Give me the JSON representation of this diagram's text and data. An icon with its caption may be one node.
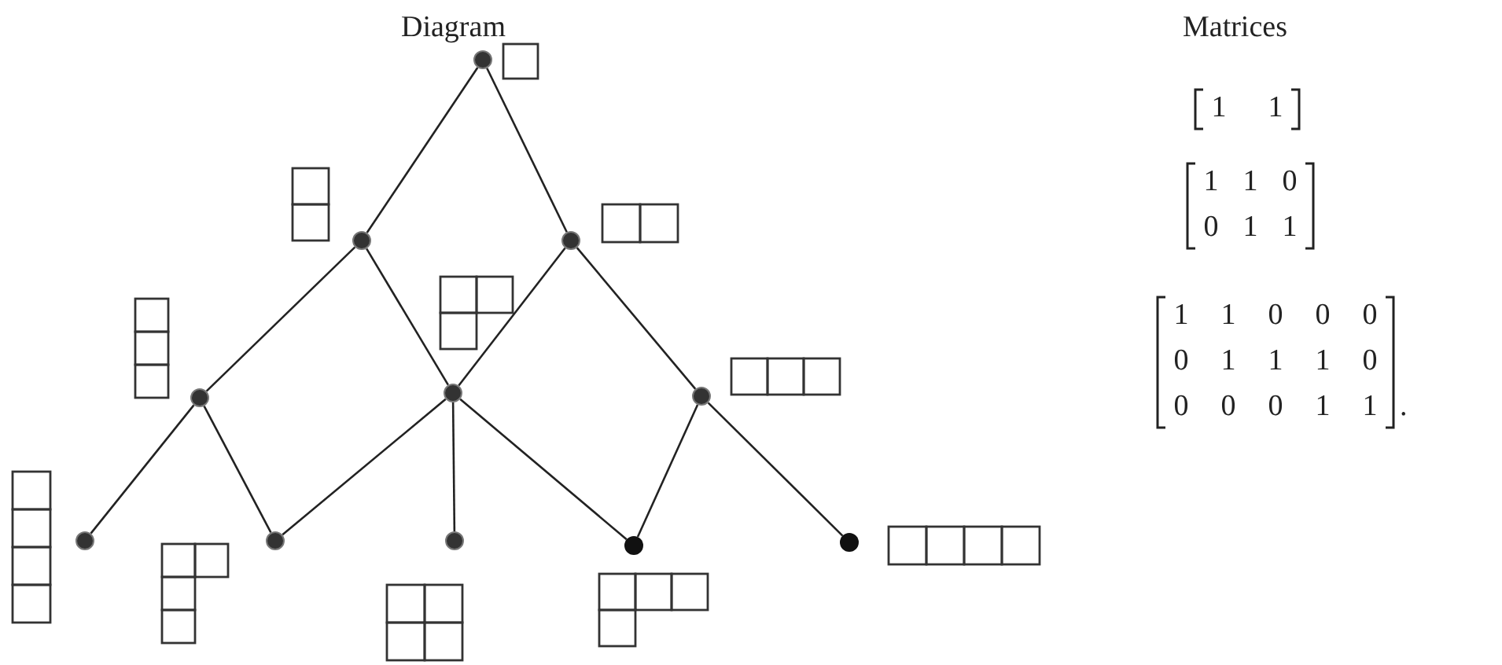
{
  "diagram": {
    "nodes": [
      {
        "text": [],
        "shape": "circle"
      },
      {
        "text": [],
        "shape": "circle"
      },
      {
        "text": [],
        "shape": "circle"
      },
      {
        "text": [],
        "shape": "circle"
      },
      {
        "text": [],
        "shape": "circle"
      },
      {
        "text": [],
        "shape": "circle"
      },
      {
        "text": [],
        "shape": "circle"
      },
      {
        "text": [],
        "shape": "circle"
      },
      {
        "text": [],
        "shape": "circle"
      },
      {
        "text": [],
        "shape": "circle"
      },
      {
        "text": [],
        "shape": "circle"
      }
    ],
    "edges": [
      {
        "from": 0,
        "to": 1,
        "arrow": "none"
      },
      {
        "from": 0,
        "to": 2,
        "arrow": "none"
      },
      {
        "from": 1,
        "to": 3,
        "arrow": "none"
      },
      {
        "from": 1,
        "to": 4,
        "arrow": "none"
      },
      {
        "from": 2,
        "to": 4,
        "arrow": "none"
      },
      {
        "from": 2,
        "to": 5,
        "arrow": "none"
      },
      {
        "from": 3,
        "to": 6,
        "arrow": "none"
      },
      {
        "from": 3,
        "to": 7,
        "arrow": "none"
      },
      {
        "from": 4,
        "to": 7,
        "arrow": "none"
      },
      {
        "from": 4,
        "to": 8,
        "arrow": "none"
      },
      {
        "from": 4,
        "to": 9,
        "arrow": "none"
      },
      {
        "from": 5,
        "to": 9,
        "arrow": "none"
      },
      {
        "from": 5,
        "to": 10,
        "arrow": "none"
      }
    ],
    "labels": [
      "Diagram",
      "Matrices",
      "1",
      "1",
      "1",
      "1",
      "0",
      "0",
      "1",
      "1",
      "1",
      "1",
      "0",
      "0",
      "0",
      "0",
      "1",
      "1",
      "1",
      "0",
      "0",
      "0",
      "0",
      "1",
      "1",
      "."
    ]
  }
}
